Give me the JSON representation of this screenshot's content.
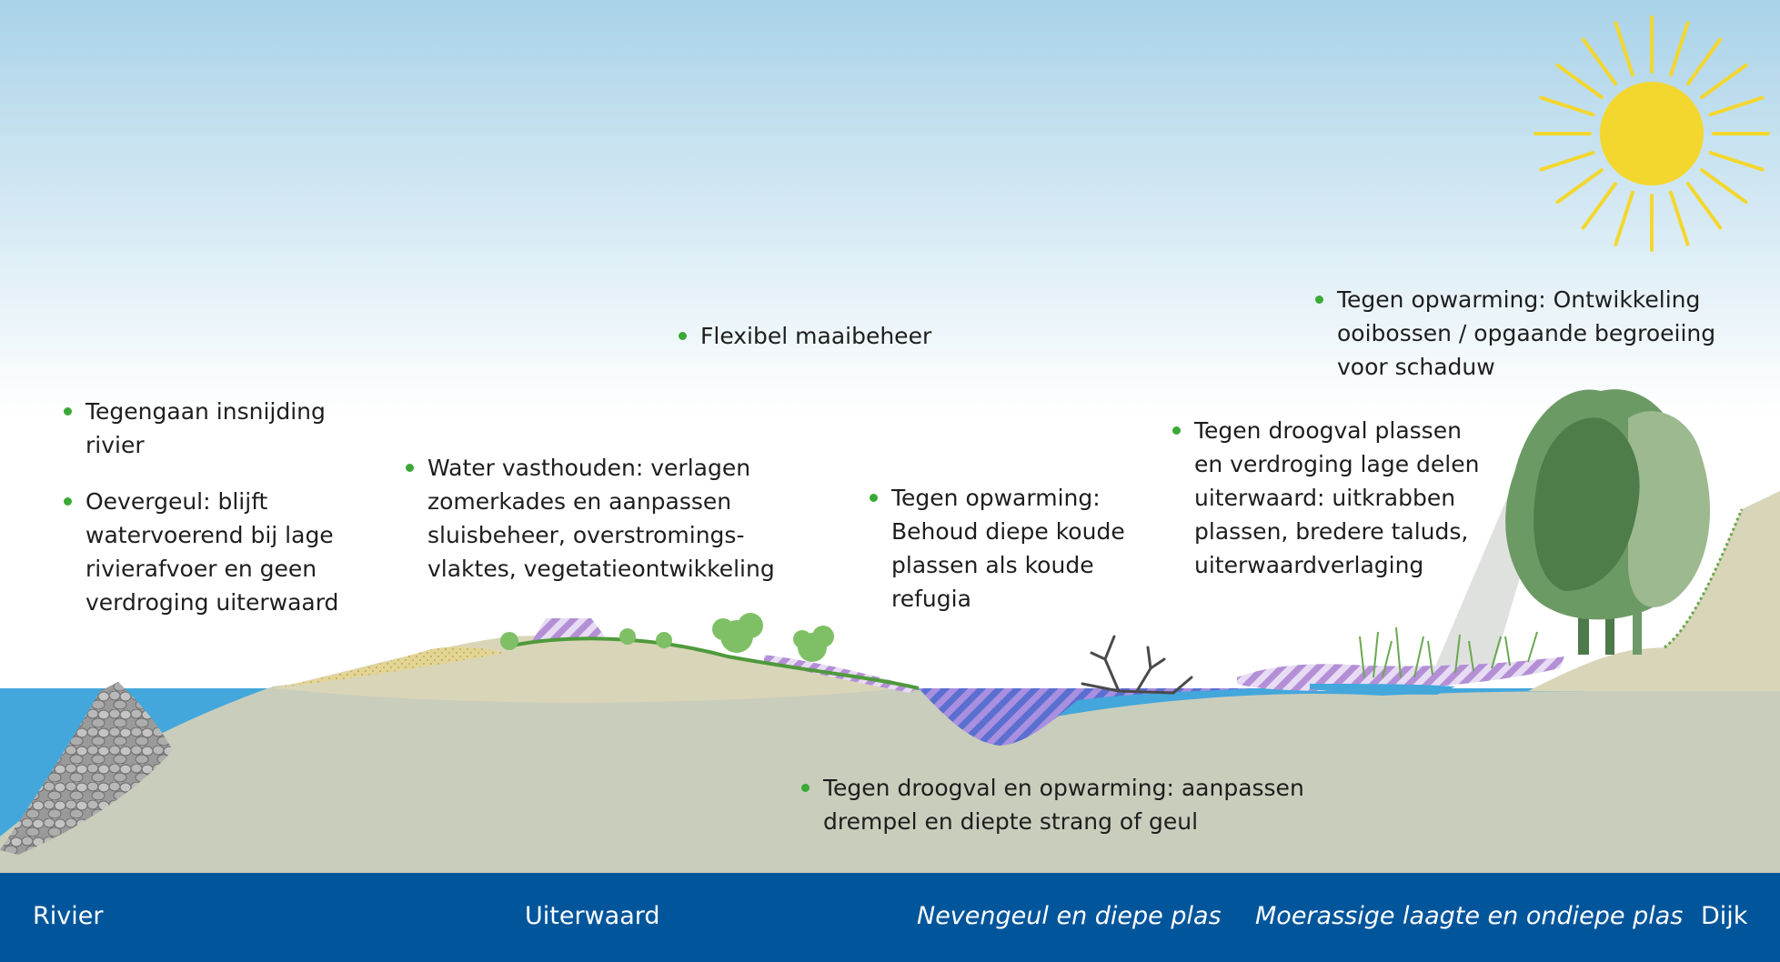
{
  "annotations": [
    {
      "id": "insnijding",
      "lines": [
        "Tegengaan insnijding",
        "rivier"
      ]
    },
    {
      "id": "oevergeul",
      "lines": [
        "Oevergeul: blijft",
        "watervoerend bij lage",
        "rivierafvoer en geen",
        "verdroging uiterwaard"
      ]
    },
    {
      "id": "maaibeheer",
      "lines": [
        "Flexibel maaibeheer"
      ]
    },
    {
      "id": "water-vasthouden",
      "lines": [
        "Water vasthouden: verlagen",
        "zomerkades en aanpassen",
        "sluisbeheer, overstromings-",
        "vlaktes, vegetatieontwikkeling"
      ]
    },
    {
      "id": "opwarming-plassen",
      "lines": [
        "Tegen opwarming:",
        "Behoud diepe koude",
        "plassen als koude",
        "refugia"
      ]
    },
    {
      "id": "droogval-plassen",
      "lines": [
        "Tegen droogval plassen",
        "en verdroging lage delen",
        "uiterwaard: uitkrabben",
        "plassen, bredere taluds,",
        "uiterwaardverlaging"
      ]
    },
    {
      "id": "opwarming-ooibossen",
      "lines": [
        "Tegen opwarming: Ontwikkeling",
        "ooibossen / opgaande begroeiing",
        "voor schaduw"
      ]
    },
    {
      "id": "droogval-drempel",
      "lines": [
        "Tegen droogval en opwarming: aanpassen",
        "drempel en diepte strang of geul"
      ]
    }
  ],
  "zones": [
    {
      "id": "rivier",
      "label": "Rivier",
      "italic": false
    },
    {
      "id": "uiterwaard",
      "label": "Uiterwaard",
      "italic": false
    },
    {
      "id": "nevengeul",
      "label": "Nevengeul en diepe plas",
      "italic": true
    },
    {
      "id": "moerassig",
      "label": "Moerassige laagte en ondiepe plas",
      "italic": true
    },
    {
      "id": "dijk",
      "label": "Dijk",
      "italic": false
    }
  ],
  "icons": [
    "sun-icon",
    "tree-icon",
    "shrub-icon",
    "dead-tree-icon",
    "reed-icon",
    "riprap-icon"
  ],
  "colors": {
    "sky_top": "#a9d2e8",
    "sky_bottom": "#ffffff",
    "water": "#43a7dc",
    "ground": "#c9cdbb",
    "sand": "#d9d5b8",
    "footer": "#00559b",
    "bullet": "#3aa935",
    "hatch": "#b48fd6",
    "sun": "#f4d72e"
  }
}
